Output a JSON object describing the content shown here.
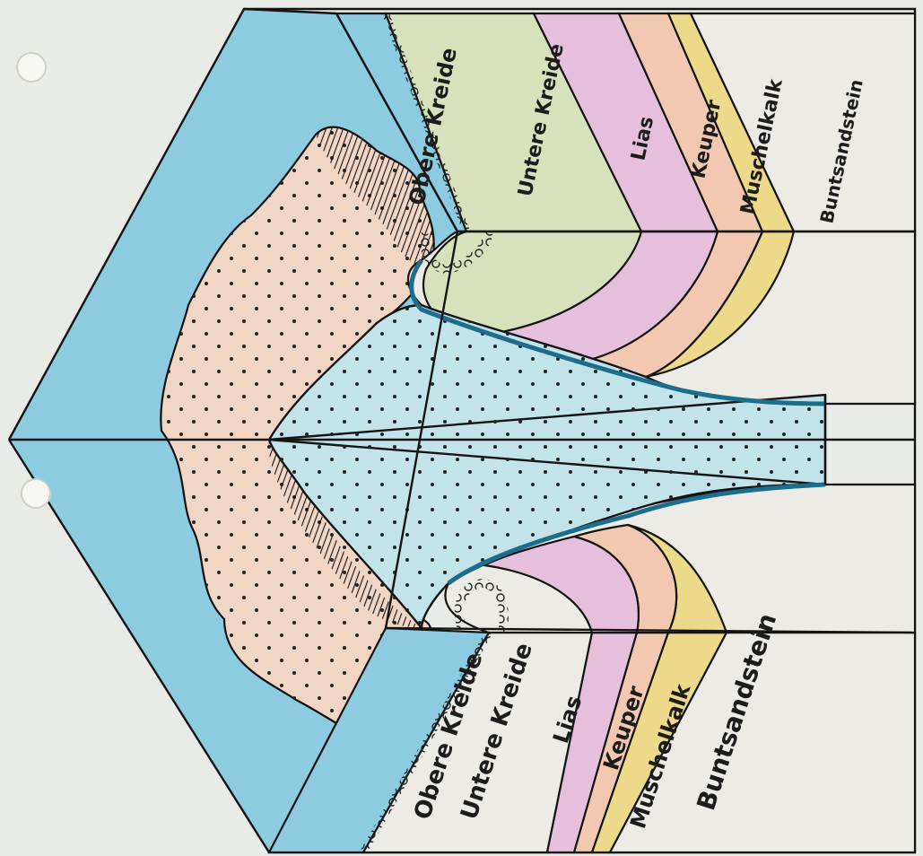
{
  "diagram": {
    "labels": {
      "ober_kreide": "Obere Kreide",
      "untere_kreide": "Untere Kreide",
      "lias": "Lias",
      "keuper": "Keuper",
      "muschelkalk": "Muschelkalk",
      "buntsandstein": "Buntsandstein"
    },
    "colors": {
      "paper": "#e9ebe6",
      "obere_kreide": "#8ccbe0",
      "untere_kreide": "#d7e2bd",
      "lias": "#e6bfdc",
      "keuper": "#f2c9b0",
      "muschelkalk": "#ecd98a",
      "buntsandstein": "#ecebe5",
      "salt": "#f1d6c6",
      "salt_stem": "#c3e3ea",
      "line": "#141414"
    }
  }
}
